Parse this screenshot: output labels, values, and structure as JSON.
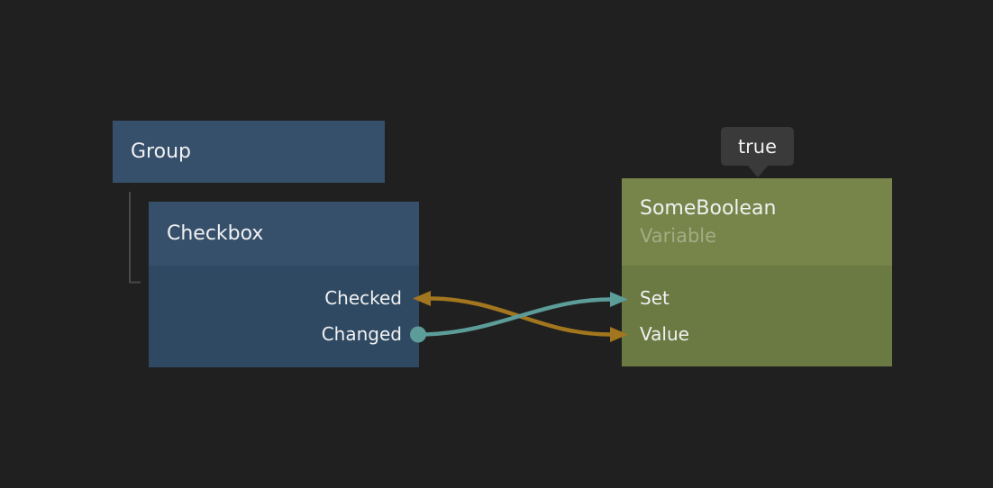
{
  "colors": {
    "background": "#202020",
    "node_blue_header": "#36506b",
    "node_blue_body": "#2f4963",
    "node_olive_header": "#77854b",
    "node_olive_body": "#6b7943",
    "tooltip_bg": "#3a3a3a",
    "wire_data": "#a2761e",
    "wire_signal": "#5c9c99",
    "group_link": "#494949",
    "text_primary": "#f1f1f1",
    "text_subtitle": "#a2ad85"
  },
  "group_node": {
    "title": "Group"
  },
  "checkbox_node": {
    "title": "Checkbox",
    "outputs": [
      {
        "label": "Checked"
      },
      {
        "label": "Changed"
      }
    ]
  },
  "variable_node": {
    "title": "SomeBoolean",
    "subtitle": "Variable",
    "inputs": [
      {
        "label": "Set"
      },
      {
        "label": "Value"
      }
    ]
  },
  "tooltip": {
    "text": "true"
  },
  "connections": [
    {
      "type": "data",
      "between": [
        "Checked",
        "Value"
      ],
      "color": "#a2761e"
    },
    {
      "type": "signal",
      "between": [
        "Changed",
        "Set"
      ],
      "color": "#5c9c99"
    }
  ]
}
